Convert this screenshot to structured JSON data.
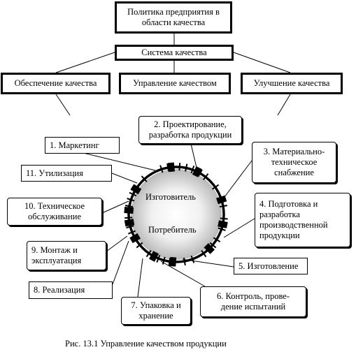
{
  "top": {
    "policy": "Политика предприятия в\nобласти качества",
    "system": "Система качества",
    "assurance": "Обеспечение качества",
    "management": "Управление качеством",
    "improvement": "Улучшение качества"
  },
  "cycle": {
    "manufacturer": "Изготовитель",
    "consumer": "Потребитель"
  },
  "stages": [
    "1. Маркетинг",
    "2. Проектирование,\nразработка продукции",
    "3. Материально-\nтехническое\nснабжение",
    "4. Подготовка и\nразработка\nпроизводственной\nпродукции",
    "5. Изготовление",
    "6. Контроль, прове-\nдение испытаний",
    "7. Упаковка и\nхранение",
    "8. Реализация",
    "9. Монтаж и\nэксплуатация",
    "10. Техническое\nобслуживание",
    "11. Утилизация"
  ],
  "caption": "Рис. 13.1 Управление качеством продукции"
}
